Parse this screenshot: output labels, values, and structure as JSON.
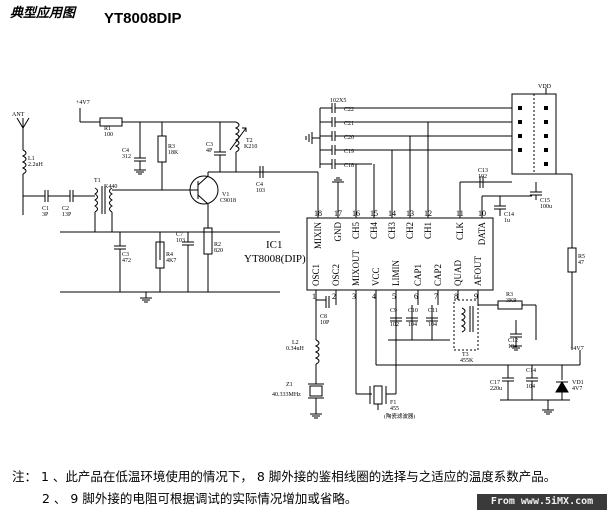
{
  "header": {
    "title": "典型应用图",
    "part_number": "YT8008DIP"
  },
  "ic": {
    "designator": "IC1",
    "name": "YT8008(DIP)",
    "top_pins": [
      {
        "num": "18",
        "label": "MIXIN"
      },
      {
        "num": "17",
        "label": "GND"
      },
      {
        "num": "16",
        "label": "CH5"
      },
      {
        "num": "15",
        "label": "CH4"
      },
      {
        "num": "14",
        "label": "CH3"
      },
      {
        "num": "13",
        "label": "CH2"
      },
      {
        "num": "12",
        "label": "CH1"
      },
      {
        "num": "11",
        "label": "CLK"
      },
      {
        "num": "10",
        "label": "DATA"
      }
    ],
    "bottom_pins": [
      {
        "num": "1",
        "label": "OSC1"
      },
      {
        "num": "2",
        "label": "OSC2"
      },
      {
        "num": "3",
        "label": "MIXOUT"
      },
      {
        "num": "4",
        "label": "VCC"
      },
      {
        "num": "5",
        "label": "LIMIN"
      },
      {
        "num": "6",
        "label": "CAP1"
      },
      {
        "num": "7",
        "label": "CAP2"
      },
      {
        "num": "8",
        "label": "QUAD"
      },
      {
        "num": "9",
        "label": "AFOUT"
      }
    ]
  },
  "components": {
    "ant": "ANT",
    "supply1": "+4V7",
    "r1": [
      "R1",
      "100"
    ],
    "c4": [
      "C4",
      "312"
    ],
    "r3": [
      "R3",
      "18K"
    ],
    "c3a": [
      "C3",
      "4P"
    ],
    "t2": [
      "T2",
      "K210"
    ],
    "l1": [
      "L1",
      "2.2uH"
    ],
    "t1": [
      "T1",
      "K440"
    ],
    "c1": [
      "C1",
      "3P"
    ],
    "c2": [
      "C2",
      "13P"
    ],
    "v1": [
      "V1",
      "C9018"
    ],
    "c4b": [
      "C4",
      "103"
    ],
    "c7": [
      "C7",
      "103"
    ],
    "r2": [
      "R2",
      "820"
    ],
    "c3b": [
      "C3",
      "472"
    ],
    "r4": [
      "R4",
      "4K7"
    ],
    "c_top": "102X5",
    "c22": "C22",
    "c21": "C21",
    "c20": "C20",
    "c19": "C19",
    "c18": "C18",
    "vdd": "VDD",
    "c13": [
      "C13",
      "102"
    ],
    "c14a": [
      "C14",
      "1u"
    ],
    "c15": [
      "C15",
      "100u"
    ],
    "r5": [
      "R5",
      "47"
    ],
    "c8": [
      "C8",
      "10P"
    ],
    "l2": [
      "L2",
      "0.34uH"
    ],
    "z1": [
      "Z1",
      "40.333MHz"
    ],
    "c9": [
      "C9",
      "102"
    ],
    "c10": [
      "C10",
      "104"
    ],
    "c11": [
      "C11",
      "104"
    ],
    "t3": [
      "T3",
      "455K"
    ],
    "r3b": [
      "R3",
      "3K9"
    ],
    "c12": [
      "C12",
      "104"
    ],
    "f1": [
      "F1",
      "455"
    ],
    "f1_note": "(陶瓷滤波器)",
    "supply2": "+4V7",
    "c17": [
      "C17",
      "220u"
    ],
    "c14b": [
      "C14",
      "104"
    ],
    "vd1": [
      "VD1",
      "4V7"
    ]
  },
  "notes": {
    "line1": "注：  1 、此产品在低温环境使用的情况下，  8 脚外接的鉴相线圈的选择与之适应的温度系数产品。",
    "line2": "2 、  9 脚外接的电阻可根据调试的实际情况增加或省略。"
  },
  "watermark": "From www.5iMX.com"
}
